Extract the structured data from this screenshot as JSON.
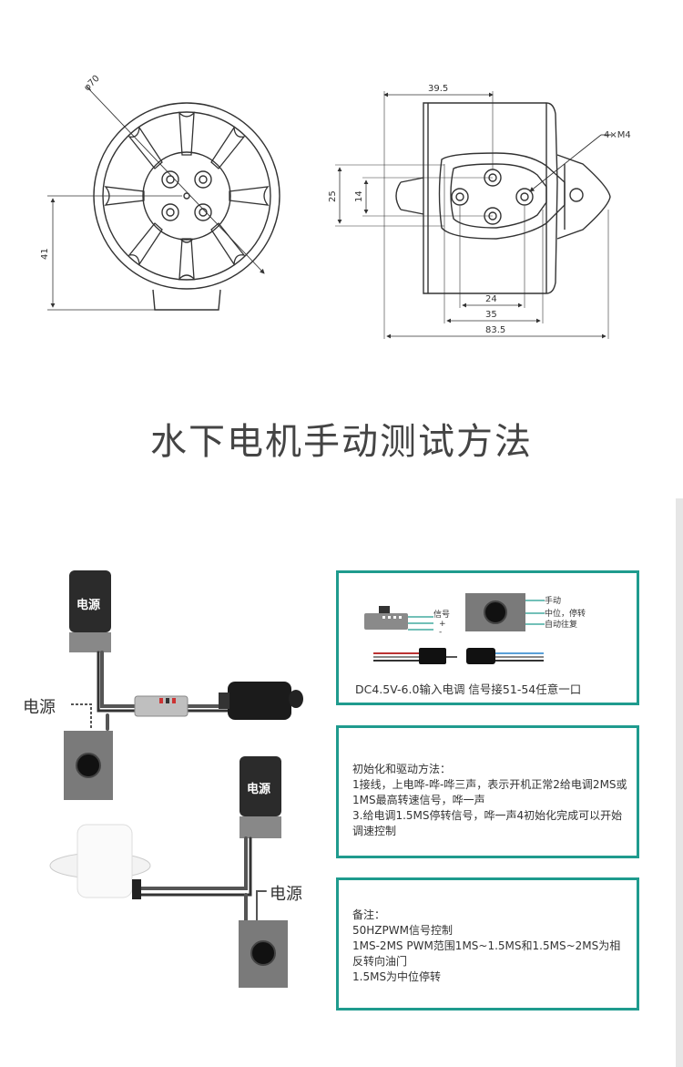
{
  "drawing": {
    "dims": {
      "diameter": "φ70",
      "height_left": "41",
      "width_top": "39.5",
      "screw": "4×M4",
      "height_outer": "25",
      "height_inner": "14",
      "width_24": "24",
      "width_35": "35",
      "width_total": "83.5"
    }
  },
  "heading": "水下电机手动测试方法",
  "wiring": {
    "power_box_1": "电源",
    "power_label_1": "电源",
    "power_box_2": "电源",
    "power_label_2": "电源"
  },
  "box1": {
    "signal": "信号",
    "plus": "+",
    "minus": "-",
    "manual": "手动",
    "center_stop": "中位，停转",
    "auto_return": "自动往复",
    "caption": "DC4.5V-6.0输入电调  信号接51-54任意一口"
  },
  "box2": {
    "lines": [
      "初始化和驱动方法：",
      "1接线，上电哗-哗-哗三声，表示开机正常2给电调2MS或1MS最高转速信号，哗一声",
      "3.给电调1.5MS停转信号，哗一声4初始化完成可以开始调速控制"
    ]
  },
  "box3": {
    "lines": [
      "备注：",
      "50HZPWM信号控制",
      "1MS-2MS PWM范围1MS~1.5MS和1.5MS~2MS为相反转向油门",
      "1.5MS为中位停转"
    ]
  },
  "colors": {
    "accent": "#1f9b8e",
    "power_box": "#2b2b2b",
    "esc_gray": "#7a7a7a"
  }
}
